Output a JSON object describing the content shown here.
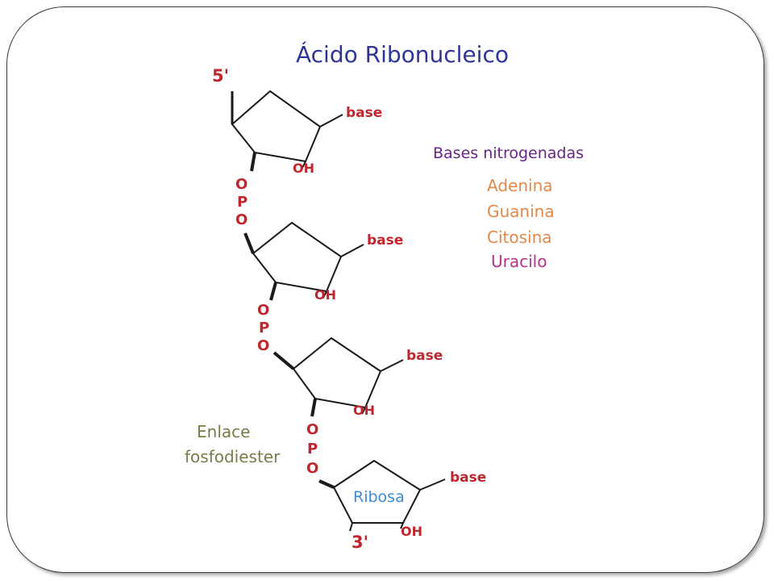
{
  "title": "Ácido Ribonucleico",
  "end_labels": {
    "five_prime": "5'",
    "three_prime": "3'"
  },
  "nucleotide_labels": {
    "base": "base",
    "oh": "OH"
  },
  "phosphate_labels": {
    "o_top": "O",
    "p": "P",
    "o_bottom": "O"
  },
  "bases_section": {
    "title": "Bases nitrogenadas",
    "items": [
      {
        "name": "Adenina",
        "color": "#e0894a"
      },
      {
        "name": "Guanina",
        "color": "#e0894a"
      },
      {
        "name": "Citosina",
        "color": "#e0894a"
      },
      {
        "name": "Uracilo",
        "color": "#b8318f"
      }
    ]
  },
  "bond_label": {
    "line1": "Enlace",
    "line2": "fosfodiester"
  },
  "sugar_label": "Ribosa",
  "colors": {
    "title": "#2e3596",
    "labels_red": "#c0262e",
    "bases_title": "#6a2487",
    "bond": "#7b7b4a",
    "ribosa": "#3b8bd6"
  }
}
